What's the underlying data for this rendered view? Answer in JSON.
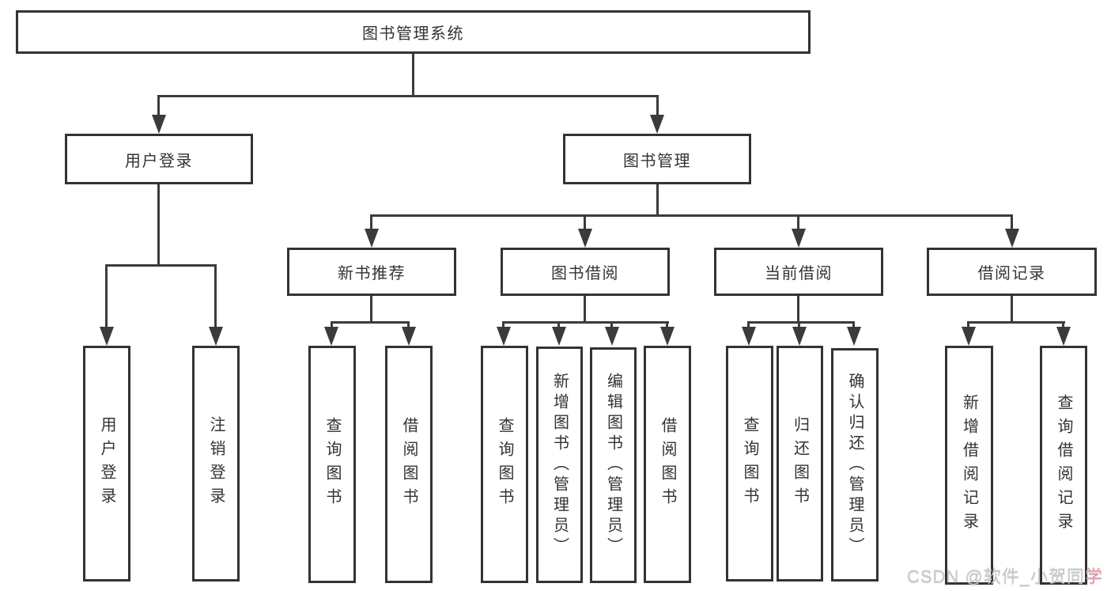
{
  "tree": {
    "root": "图书管理系统",
    "children": [
      {
        "label": "用户登录",
        "leaves": [
          "用户登录",
          "注销登录"
        ]
      },
      {
        "label": "图书管理",
        "children": [
          {
            "label": "新书推荐",
            "leaves": [
              "查询图书",
              "借阅图书"
            ]
          },
          {
            "label": "图书借阅",
            "leaves": [
              "查询图书",
              "新增图书（管理员）",
              "编辑图书（管理员）",
              "借阅图书"
            ]
          },
          {
            "label": "当前借阅",
            "leaves": [
              "查询图书",
              "归还图书",
              "确认归还（管理员）"
            ]
          },
          {
            "label": "借阅记录",
            "leaves": [
              "新增借阅记录",
              "查询借阅记录"
            ]
          }
        ]
      }
    ]
  },
  "watermark": {
    "text": "CSDN @软件_小贺同",
    "accent": "学"
  },
  "colors": {
    "line": "#3b3b3b",
    "border": "#333333",
    "text": "#333333",
    "background": "#ffffff",
    "watermark": "#c7cad1",
    "watermark_accent": "#e897a2"
  }
}
